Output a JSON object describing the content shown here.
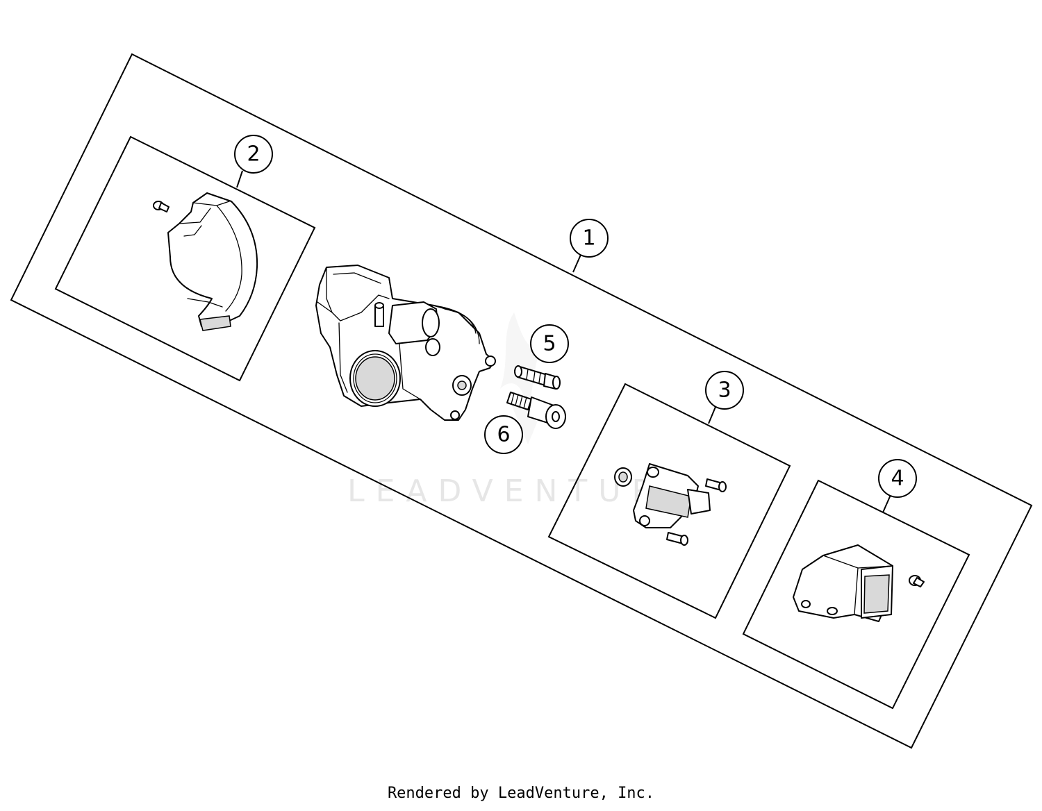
{
  "callouts": [
    "1",
    "2",
    "3",
    "4",
    "5",
    "6"
  ],
  "watermark": "LEADVENTURE",
  "footer": "Rendered by LeadVenture, Inc.",
  "colors": {
    "line": "#000000",
    "background": "#ffffff",
    "watermark": "#e6e6e6"
  }
}
